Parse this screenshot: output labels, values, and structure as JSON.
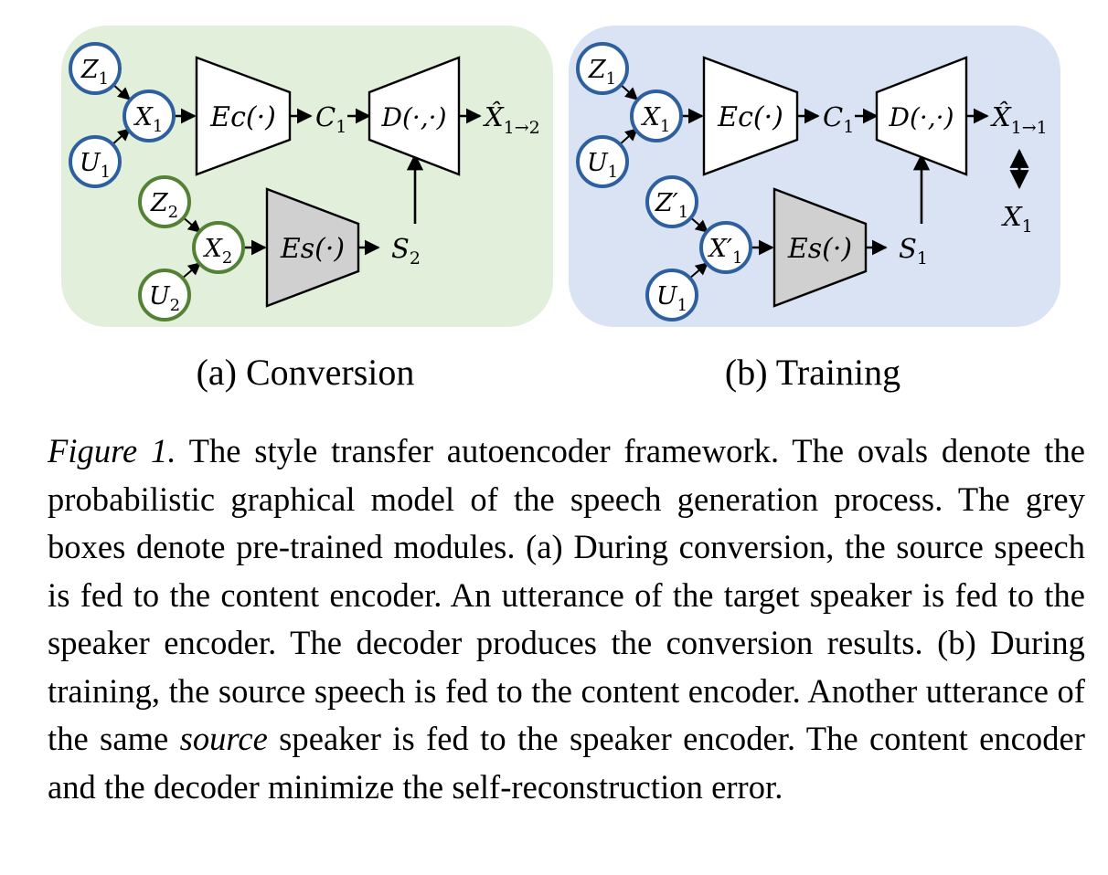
{
  "colors": {
    "panel_a_bg": "#e2efda",
    "panel_b_bg": "#dae3f3",
    "node_blue": "#2e5f9e",
    "node_green": "#548235",
    "pretrained_grey": "#d0d0d0"
  },
  "panel_a": {
    "nodes": {
      "z1": {
        "base": "Z",
        "sub": "1"
      },
      "u1": {
        "base": "U",
        "sub": "1"
      },
      "x1": {
        "base": "X",
        "sub": "1"
      },
      "z2": {
        "base": "Z",
        "sub": "2"
      },
      "u2": {
        "base": "U",
        "sub": "2"
      },
      "x2": {
        "base": "X",
        "sub": "2"
      }
    },
    "content_encoder": "Ec(·)",
    "speaker_encoder": "Es(·)",
    "decoder": "D(·,·)",
    "content_code": {
      "base": "C",
      "sub": "1"
    },
    "speaker_code": {
      "base": "S",
      "sub": "2"
    },
    "output": {
      "base": "X̂",
      "sub": "1→2"
    },
    "label": "(a) Conversion"
  },
  "panel_b": {
    "nodes": {
      "z1": {
        "base": "Z",
        "sub": "1"
      },
      "u1": {
        "base": "U",
        "sub": "1"
      },
      "x1": {
        "base": "X",
        "sub": "1"
      },
      "z1p": {
        "base": "Z′",
        "sub": "1"
      },
      "u1b": {
        "base": "U",
        "sub": "1"
      },
      "x1p": {
        "base": "X′",
        "sub": "1"
      }
    },
    "content_encoder": "Ec(·)",
    "speaker_encoder": "Es(·)",
    "decoder": "D(·,·)",
    "content_code": {
      "base": "C",
      "sub": "1"
    },
    "speaker_code": {
      "base": "S",
      "sub": "1"
    },
    "output": {
      "base": "X̂",
      "sub": "1→1"
    },
    "target": {
      "base": "X",
      "sub": "1"
    },
    "label": "(b) Training"
  },
  "caption": {
    "figure_label": "Figure 1.",
    "part1": " The style transfer autoencoder framework.  The ovals denote the probabilistic graphical model of the speech generation process. The grey boxes denote pre-trained modules. (a) During conversion, the source speech is fed to the content encoder. An utterance of the target speaker is fed to the speaker encoder. The decoder produces the conversion results. (b) During training, the source speech is fed to the content encoder. Another utterance of the same ",
    "emphasis": "source",
    "part2": " speaker is fed to the speaker encoder. The content encoder and the decoder minimize the self-reconstruction error."
  }
}
